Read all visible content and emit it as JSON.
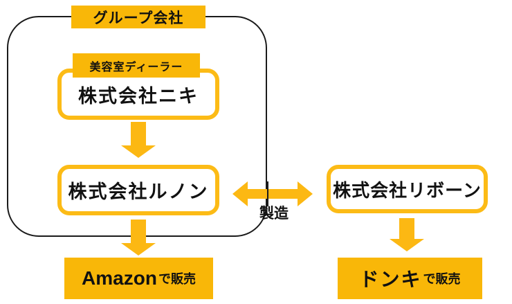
{
  "colors": {
    "gold_fill": "#F9B708",
    "gold_border": "#FCBB16",
    "outline_black": "#1A1A1A",
    "text_black": "#111111",
    "node_background": "#FFFFFF"
  },
  "group": {
    "label": "グループ会社"
  },
  "nodes": {
    "dealer_tag": "美容室ディーラー",
    "niki": "株式会社ニキ",
    "runon": "株式会社ルノン",
    "reborn": "株式会社リボーン"
  },
  "connectors": {
    "manufacture_label": "製造"
  },
  "sales": {
    "amazon_main": "Amazon",
    "amazon_suffix": "で販売",
    "donki_main": "ドンキ",
    "donki_suffix": "で販売"
  }
}
